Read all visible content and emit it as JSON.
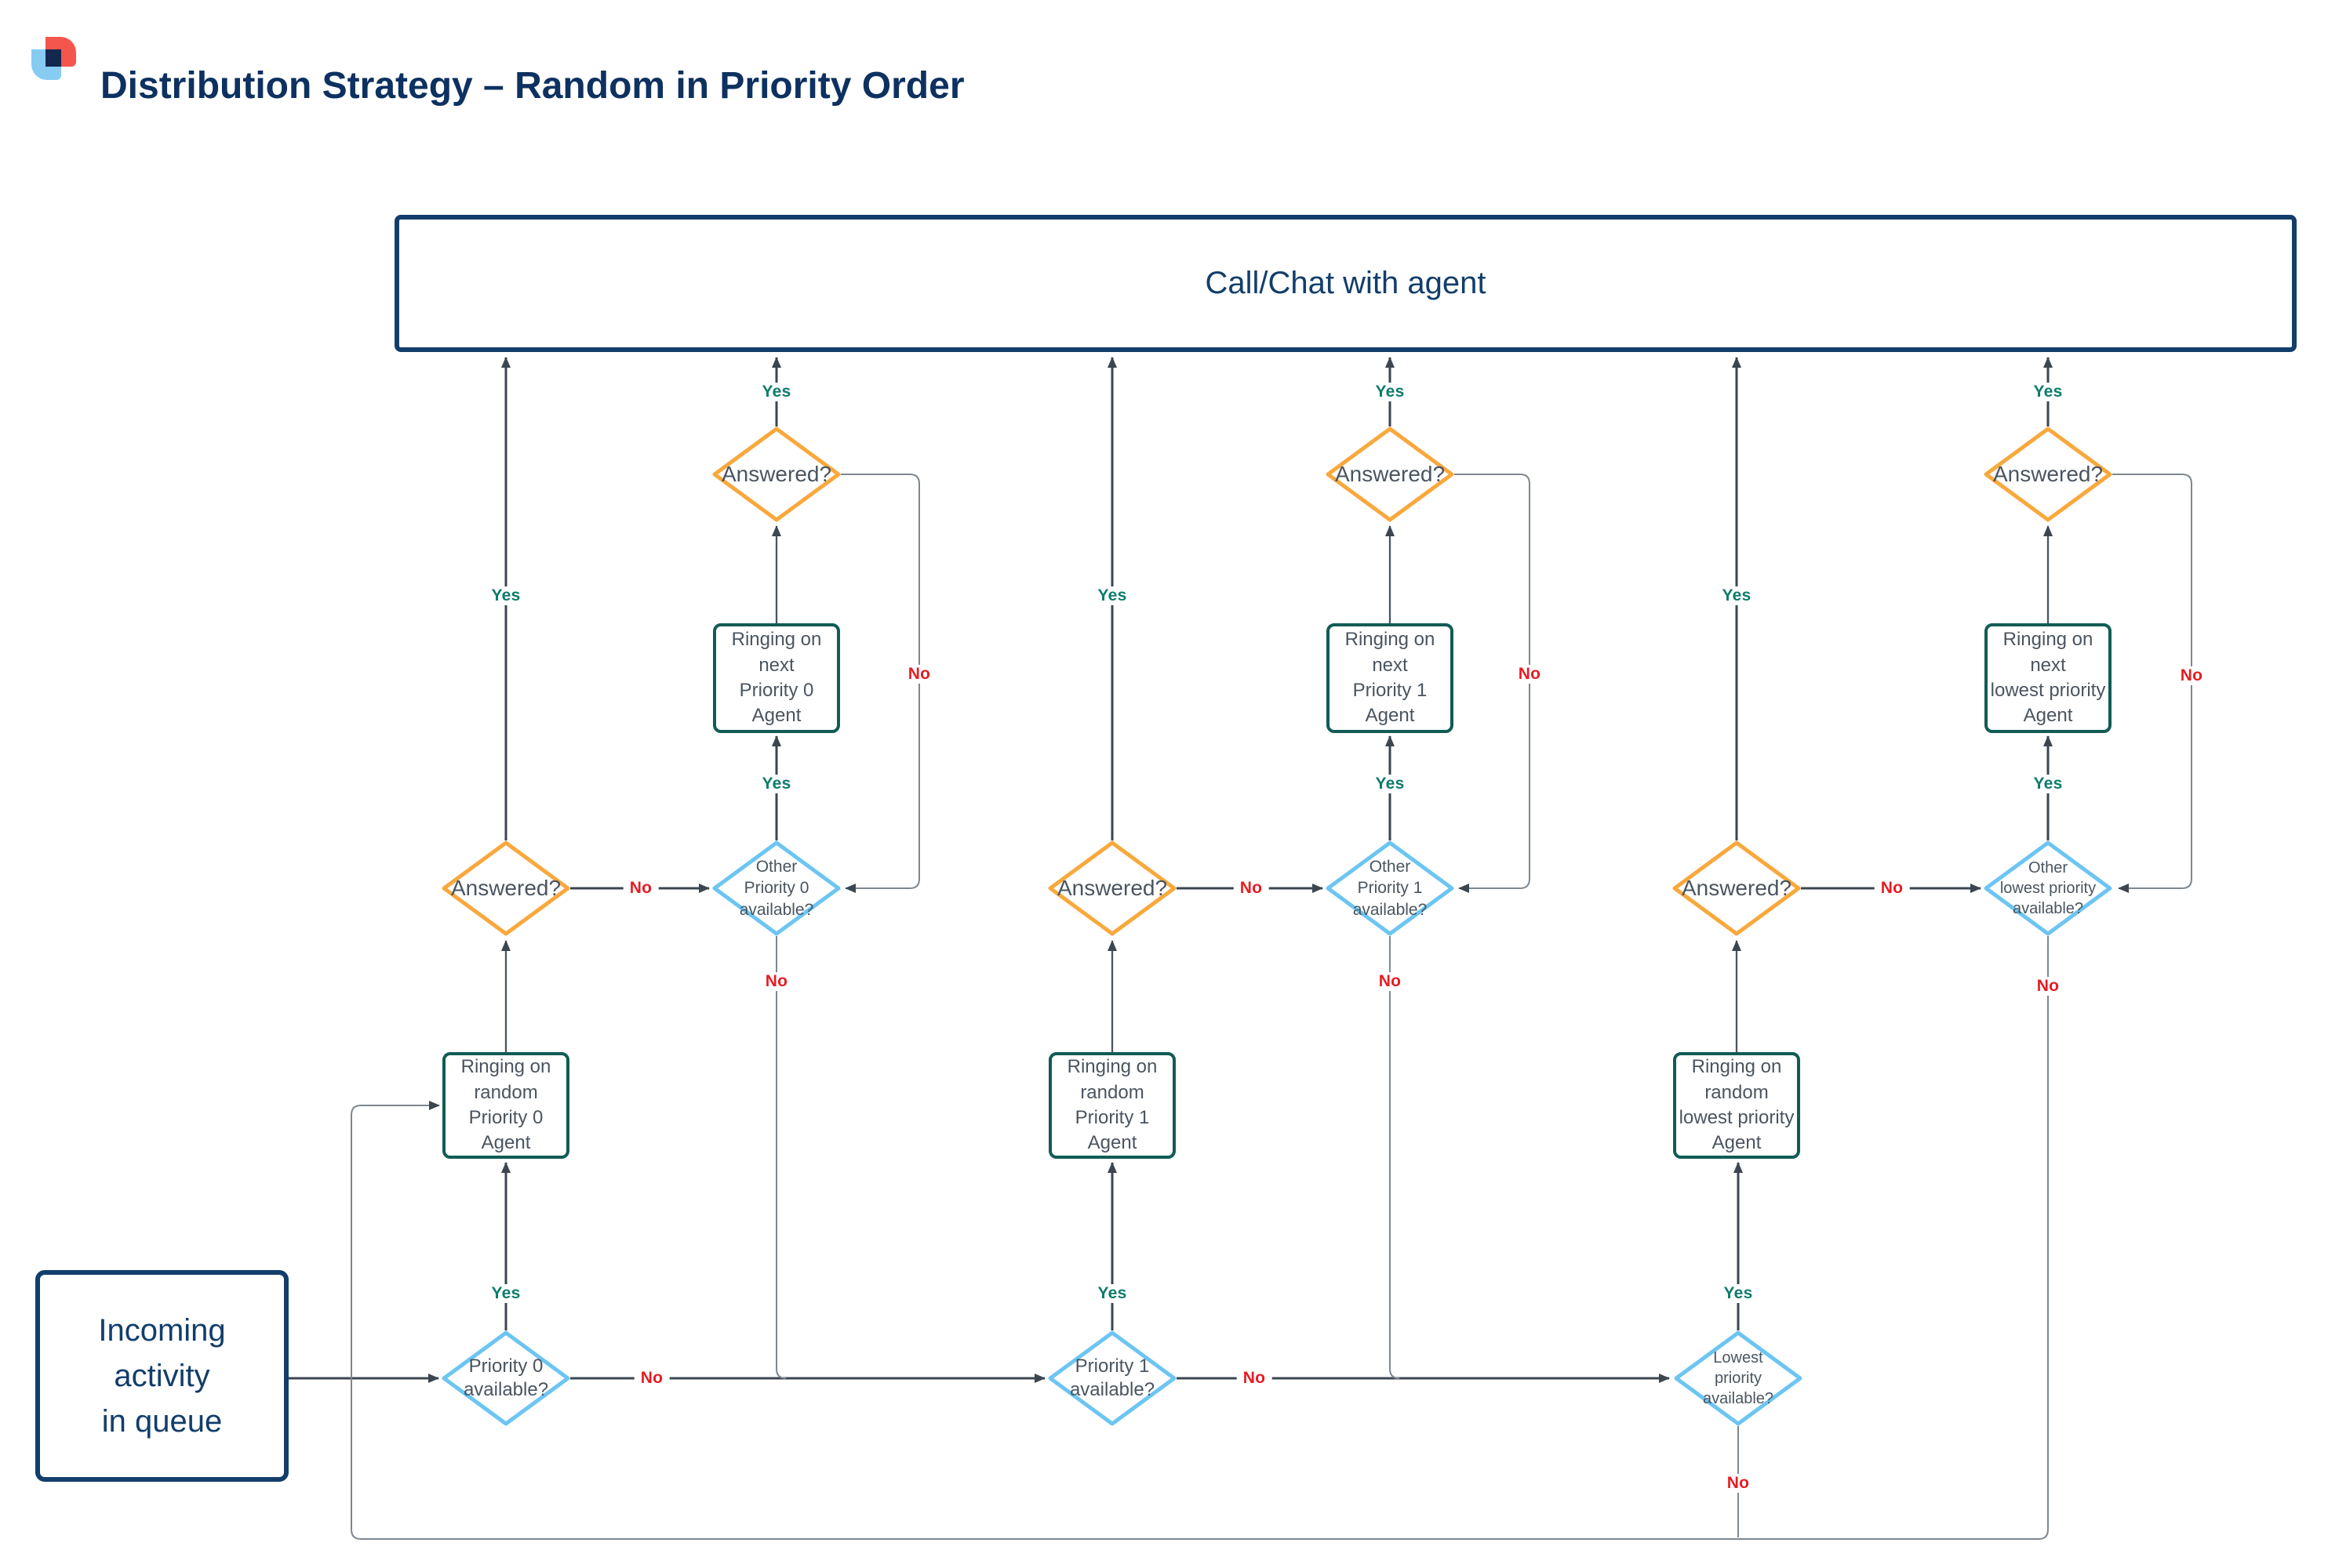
{
  "title": "Distribution Strategy – Random in Priority Order",
  "colors": {
    "navy": "#123e6b",
    "title": "#0d3160",
    "orange": "#f9a83c",
    "sky": "#6cc5f2",
    "teal": "#115c54",
    "yes": "#0e7c6b",
    "no": "#e51c23",
    "line": "#3b4650",
    "loop": "#7d8790",
    "text": "#4a5560",
    "logo_red": "#f4564e",
    "logo_blue": "#86ccf2",
    "logo_navy": "#13284e"
  },
  "agent_box": {
    "label": "Call/Chat with agent"
  },
  "start_box": {
    "label": [
      "Incoming",
      "activity",
      "in queue"
    ]
  },
  "labels": {
    "yes": "Yes",
    "no": "No"
  },
  "columns": [
    {
      "available": [
        "Priority 0",
        "available?"
      ],
      "ringing_random": [
        "Ringing on",
        "random",
        "Priority 0",
        "Agent"
      ],
      "answered": "Answered?",
      "other_available": [
        "Other",
        "Priority 0",
        "available?"
      ],
      "ringing_next": [
        "Ringing on",
        "next",
        "Priority 0",
        "Agent"
      ],
      "answered_retry": "Answered?"
    },
    {
      "available": [
        "Priority 1",
        "available?"
      ],
      "ringing_random": [
        "Ringing on",
        "random",
        "Priority 1",
        "Agent"
      ],
      "answered": "Answered?",
      "other_available": [
        "Other",
        "Priority 1",
        "available?"
      ],
      "ringing_next": [
        "Ringing on",
        "next",
        "Priority 1",
        "Agent"
      ],
      "answered_retry": "Answered?"
    },
    {
      "available": [
        "Lowest",
        "priority",
        "available?"
      ],
      "ringing_random": [
        "Ringing on",
        "random",
        "lowest priority",
        "Agent"
      ],
      "answered": "Answered?",
      "other_available": [
        "Other",
        "lowest priority",
        "available?"
      ],
      "ringing_next": [
        "Ringing on",
        "next",
        "lowest priority",
        "Agent"
      ],
      "answered_retry": "Answered?"
    }
  ]
}
